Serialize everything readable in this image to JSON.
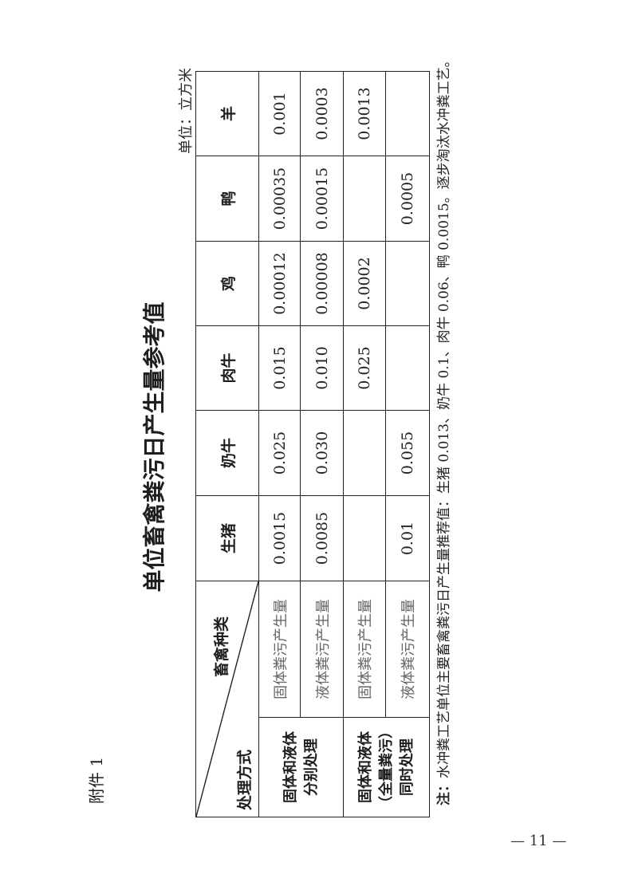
{
  "attachment_label": "附件 1",
  "title": "单位畜禽粪污日产生量参考值",
  "unit": "单位：立方米",
  "table": {
    "header": {
      "corner_top": "畜禽种类",
      "corner_bottom": "处理方式",
      "animals": [
        "生猪",
        "奶牛",
        "肉牛",
        "鸡",
        "鸭",
        "羊"
      ]
    },
    "groups": [
      {
        "label_lines": [
          "固体和液体",
          "分别处理"
        ],
        "rows": [
          {
            "label": "固体粪污产生量",
            "values": [
              "0.0015",
              "0.025",
              "0.015",
              "0.00012",
              "0.00035",
              "0.001"
            ]
          },
          {
            "label": "液体粪污产生量",
            "values": [
              "0.0085",
              "0.030",
              "0.010",
              "0.00008",
              "0.00015",
              "0.0003"
            ]
          }
        ]
      },
      {
        "label_lines": [
          "固体和液体",
          "（全量粪污）",
          "同时处理"
        ],
        "rows": [
          {
            "label": "固体粪污产生量",
            "values": [
              "",
              "",
              "0.025",
              "0.0002",
              "",
              "0.0013"
            ]
          },
          {
            "label": "液体粪污产生量",
            "values": [
              "0.01",
              "0.055",
              "",
              "",
              "0.0005",
              ""
            ]
          }
        ]
      }
    ]
  },
  "note": {
    "prefix": "注：",
    "text": "水冲粪工艺单位主要畜禽粪污日产生量推荐值：生猪 0.013、奶牛 0.1、肉牛 0.06、鸭 0.0015。逐步淘汰水冲粪工艺。"
  },
  "page_number": "— 11 —"
}
